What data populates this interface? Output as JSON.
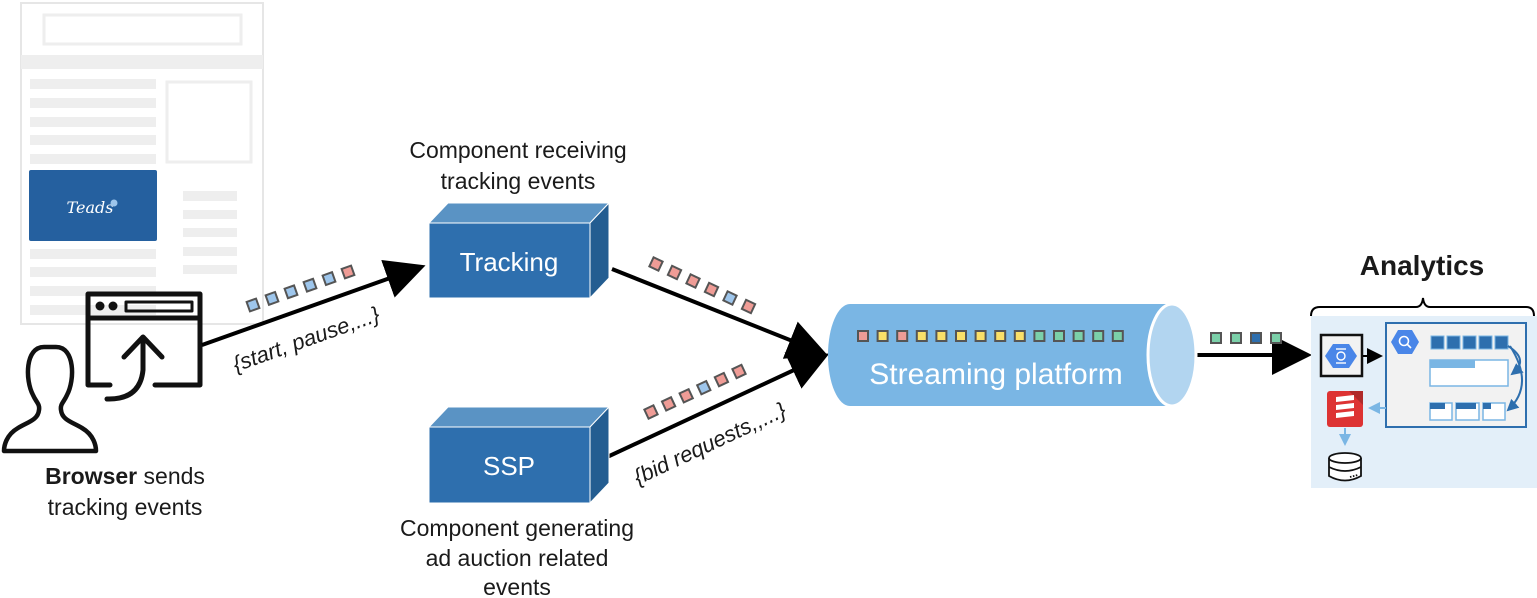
{
  "colors": {
    "box_front": "#2e6fae",
    "box_top": "#5a93c4",
    "box_side": "#245d91",
    "stream_body": "#7ab6e4",
    "stream_end": "#b2d5f0",
    "analytics_bg": "#e3eff9",
    "teads_blue": "#25609f",
    "event_blue": "#9ec6ec",
    "event_pink": "#ef9c96",
    "event_yellow": "#fadf68",
    "event_green": "#7bd0a9",
    "event_dark_blue": "#2e6fae",
    "page_gray": "#eeeeee"
  },
  "browser": {
    "label_bold": "Browser",
    "label_rest": " sends",
    "label_line2": "tracking events",
    "teads_logo": "Teads",
    "icons": [
      "person-icon",
      "browser-window-icon",
      "upload-arrow-icon"
    ]
  },
  "tracking": {
    "box_label": "Tracking",
    "caption_line1": "Component receiving",
    "caption_line2": "tracking events"
  },
  "ssp": {
    "box_label": "SSP",
    "caption_line1": "Component generating",
    "caption_line2": "ad auction related",
    "caption_line3": "events"
  },
  "flows": {
    "browser_to_tracking": {
      "label": "{start, pause,...}",
      "events": [
        "blue",
        "blue",
        "blue",
        "blue",
        "blue",
        "pink"
      ]
    },
    "tracking_to_stream": {
      "events": [
        "pink",
        "pink",
        "pink",
        "pink",
        "blue",
        "pink"
      ]
    },
    "ssp_to_stream": {
      "label": "{bid requests,,...}",
      "events": [
        "pink",
        "pink",
        "pink",
        "blue",
        "pink",
        "pink"
      ]
    },
    "stream_to_analytics": {
      "events": [
        "green",
        "green",
        "dark_blue",
        "green"
      ]
    }
  },
  "streaming": {
    "label": "Streaming platform",
    "events": [
      "pink",
      "yellow",
      "pink",
      "yellow",
      "yellow",
      "yellow",
      "yellow",
      "yellow",
      "yellow",
      "green",
      "green",
      "green",
      "green",
      "green"
    ]
  },
  "analytics": {
    "title": "Analytics",
    "icons": [
      "dataflow-icon",
      "bigquery-icon",
      "scala-icon",
      "database-icon"
    ]
  }
}
